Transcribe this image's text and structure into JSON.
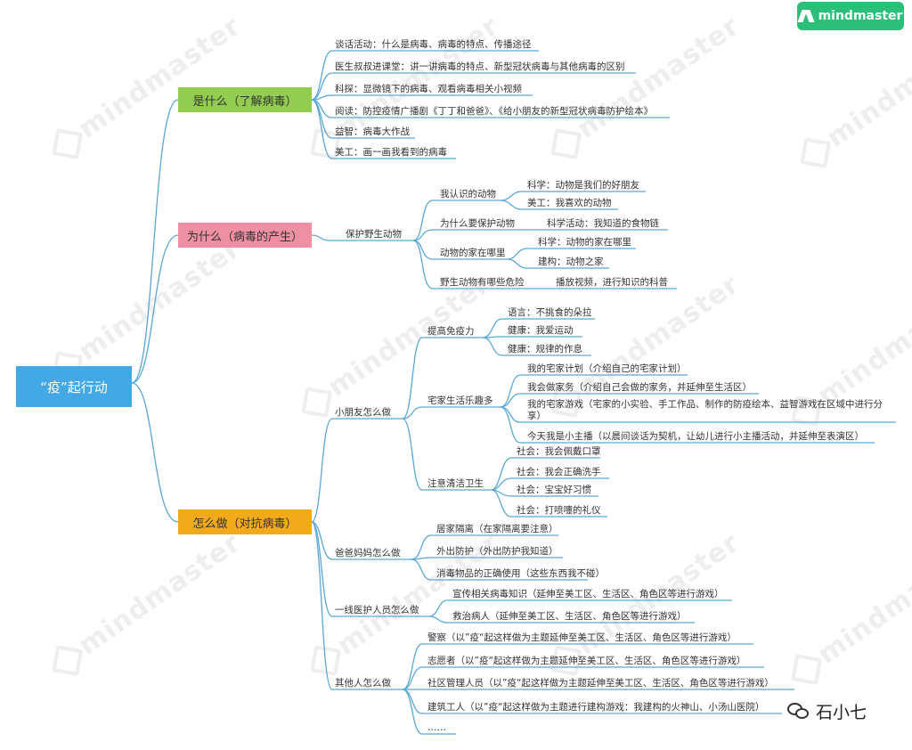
{
  "brand": {
    "name": "mindmaster",
    "accent": "#2bbf7a"
  },
  "colors": {
    "root": "#42a8e6",
    "branch_what": "#92cd52",
    "branch_why": "#ee8fa3",
    "branch_how": "#f2aa1d",
    "line": "#5aa7d6"
  },
  "watermark": "mindmaster",
  "root": "“疫”起行动",
  "branches": {
    "what": {
      "label": "是什么（了解病毒）",
      "items": [
        "谈话活动：什么是病毒、病毒的特点、传播途径",
        "医生叔叔进课堂：讲一讲病毒的特点、新型冠状病毒与其他病毒的区别",
        "科探：显微镜下的病毒、观看病毒相关小视频",
        "阅读：防控疫情广播剧《丁丁和爸爸》、《给小朋友的新型冠状病毒防护绘本》",
        "益智：病毒大作战",
        "美工：画一画我看到的病毒"
      ]
    },
    "why": {
      "label": "为什么（病毒的产生）",
      "protect": "保护野生动物",
      "know": "我认识的动物",
      "know_items": [
        "科学：动物是我们的好朋友",
        "美工：我喜欢的动物"
      ],
      "reason": "为什么要保护动物",
      "reason_item": "科学活动：我知道的食物链",
      "home": "动物的家在哪里",
      "home_items": [
        "科学：动物的家在哪里",
        "建构：动物之家"
      ],
      "danger": "野生动物有哪些危险",
      "danger_item": "播放视频，进行知识的科普"
    },
    "how": {
      "label": "怎么做（对抗病毒）",
      "kids": {
        "label": "小朋友怎么做",
        "immunity": "提高免疫力",
        "immunity_items": [
          "语言：不挑食的朵拉",
          "健康：我爱运动",
          "健康：规律的作息"
        ],
        "home_life": "宅家生活乐趣多",
        "home_items": [
          "我的宅家计划（介绍自己的宅家计划）",
          "我会做家务（介绍自己会做的家务，并延伸至生活区）",
          "我的宅家游戏（宅家的小实验、手工作品、制作的防疫绘本、益智游戏在区域中进行分享）",
          "今天我是小主播（以晨间谈话为契机，让幼儿进行小主播活动，并延伸至表演区）"
        ],
        "hygiene": "注意清洁卫生",
        "hygiene_items": [
          "社会：我会佩戴口罩",
          "社会：我会正确洗手",
          "社会：宝宝好习惯",
          "社会：打喷嚏的礼仪"
        ]
      },
      "parents": {
        "label": "爸爸妈妈怎么做",
        "items": [
          "居家隔离（在家隔离要注意）",
          "外出防护（外出防护我知道）",
          "消毒物品的正确使用（这些东西我不碰）"
        ]
      },
      "medics": {
        "label": "一线医护人员怎么做",
        "items": [
          "宣传相关病毒知识（延伸至美工区、生活区、角色区等进行游戏）",
          "救治病人（延伸至美工区、生活区、角色区等进行游戏）"
        ]
      },
      "others": {
        "label": "其他人怎么做",
        "items": [
          "警察（以”疫“起这样做为主题延伸至美工区、生活区、角色区等进行游戏）",
          "志愿者（以”疫“起这样做为主题延伸至美工区、生活区、角色区等进行游戏）",
          "社区管理人员（以”疫“起这样做为主题延伸至美工区、生活区、角色区等进行游戏）",
          "建筑工人（以”疫“起这样做为主题进行建构游戏：我建构的火神山、小汤山医院）",
          "……"
        ]
      }
    }
  },
  "author": "石小七"
}
